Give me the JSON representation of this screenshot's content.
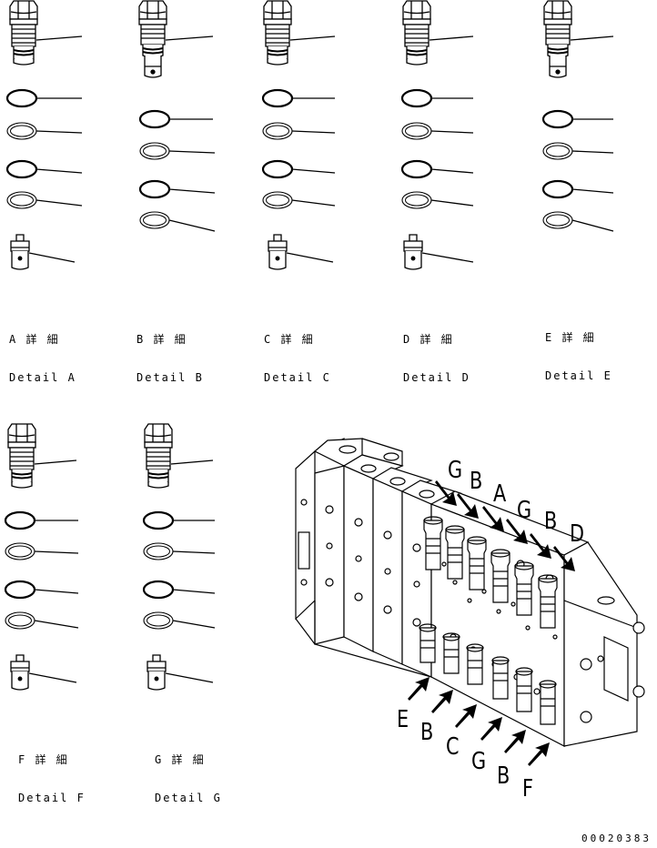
{
  "details": [
    {
      "id": "A",
      "jp": "A 詳 細",
      "en": "Detail A"
    },
    {
      "id": "B",
      "jp": "B 詳 細",
      "en": "Detail B"
    },
    {
      "id": "C",
      "jp": "C 詳 細",
      "en": "Detail C"
    },
    {
      "id": "D",
      "jp": "D 詳 細",
      "en": "Detail D"
    },
    {
      "id": "E",
      "jp": "E 詳 細",
      "en": "Detail E"
    },
    {
      "id": "F",
      "jp": "F 詳 細",
      "en": "Detail F"
    },
    {
      "id": "G",
      "jp": "G 詳 細",
      "en": "Detail G"
    }
  ],
  "callouts_top": [
    "G",
    "B",
    "A",
    "G",
    "B",
    "D"
  ],
  "callouts_bottom": [
    "E",
    "B",
    "C",
    "G",
    "B",
    "F"
  ],
  "doc_number": "00020383"
}
